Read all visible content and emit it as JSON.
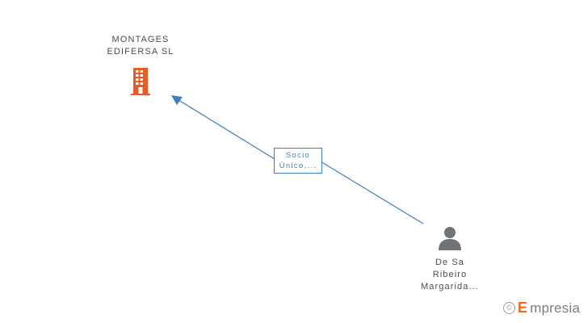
{
  "diagram": {
    "type": "ownership-graph",
    "nodes": [
      {
        "id": "company",
        "kind": "company",
        "icon": "building-icon",
        "label": "MONTAGES\nEDIFERSA SL"
      },
      {
        "id": "person",
        "kind": "person",
        "icon": "person-icon",
        "label": "De Sa\nRibeiro\nMargarida..."
      }
    ],
    "edges": [
      {
        "id": "edge-socio-unico",
        "from": "person",
        "to": "company",
        "label": "Socio\nÚnico,...",
        "color": "#3f7ec4",
        "arrow": "to-company"
      }
    ],
    "colors": {
      "edge": "#3f7ec4",
      "company_icon": "#ee6b1f",
      "person_icon": "#6f7478",
      "label_text": "#4d4d4d"
    }
  },
  "watermark": {
    "copyright": "©",
    "brand_accent": "E",
    "brand_rest": "mpresia"
  }
}
